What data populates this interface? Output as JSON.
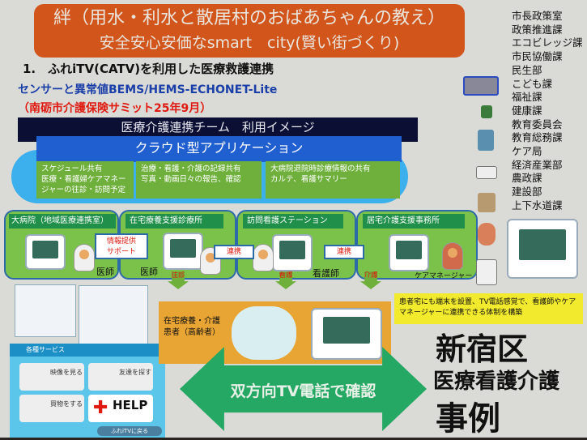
{
  "header": {
    "title_line1": "絆（用水・利水と散居村のおばあちゃんの教え）",
    "title_line2": "安全安心安価なsmart　city(賢い街づくり)"
  },
  "intro": {
    "item1": "1.　ふれiTV(CATV)を利用した医療救護連携",
    "sensor": "センサーと異常値BEMS/HEMS-ECHONET-Lite",
    "summit": "（南砺市介護保険サミット25年9月）"
  },
  "team_bar": "医療介護連携チーム　利用イメージ",
  "cloud_app": {
    "title": "クラウド型アプリケーション",
    "boxes": [
      {
        "lines": [
          "スケジュール共有",
          "医療・看護婦ケアマネー",
          "ジャーの往診・訪問予定"
        ]
      },
      {
        "lines": [
          "治療・看護・介護の記録共有",
          "写真・動画日々の報告、確認"
        ]
      },
      {
        "lines": [
          "大病院退院時診療情報の共有",
          "カルテ、看護サマリー"
        ]
      }
    ]
  },
  "panels": [
    {
      "title": "大病院（地域医療連携室）",
      "role": "医師"
    },
    {
      "title": "在宅療養支援診療所",
      "role": "医師"
    },
    {
      "title": "訪問看護ステーション",
      "role": "看護師"
    },
    {
      "title": "居宅介護支援事務所",
      "role": "ケアマネージャー"
    }
  ],
  "arrows": {
    "info": "情報提供",
    "support": "サポート",
    "link1": "連携",
    "link2": "連携",
    "down1": "往診",
    "down2": "看護",
    "down3": "介護"
  },
  "departments": [
    "市長政策室",
    "政策推進課",
    "エコビレッジ課",
    "市民協働課",
    "民生部",
    "こども課",
    "福祉課",
    "健康課",
    "教育委員会",
    "教育総務課",
    "ケア局",
    "経済産業部",
    "農政課",
    "建設部",
    "上下水道課"
  ],
  "services": {
    "header": "各種サービス",
    "watch": "映像を見る",
    "friends": "友達を探す",
    "shop": "買物をする",
    "help": "HELP",
    "back": "ふれiTVに戻る"
  },
  "patient": {
    "line1": "在宅療養・介護",
    "line2": "患者（高齢者）"
  },
  "callout": "患者宅にも端末を設置、TV電話感覚で、看護師やケアマネージャーに連携できる体制を構築",
  "tv_call": "双方向TV電話で確認",
  "case": {
    "line1": "新宿区",
    "line2": "医療看護介護",
    "line3": "事例"
  }
}
